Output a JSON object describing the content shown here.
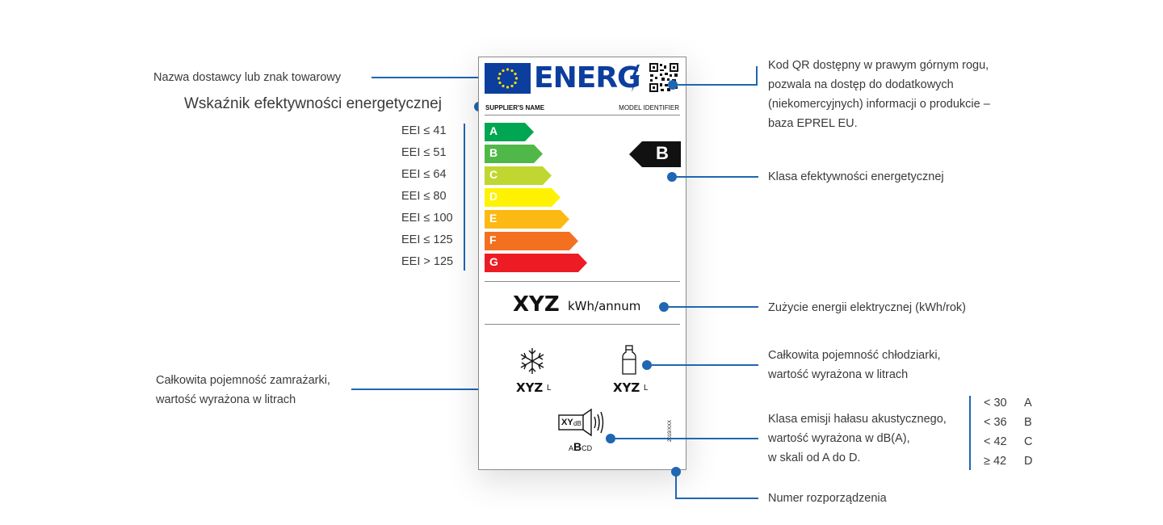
{
  "annotations": {
    "supplier": "Nazwa dostawcy lub znak towarowy",
    "eei_title": "Wskaźnik efektywności energetycznej",
    "qr_line1": "Kod QR dostępny w prawym górnym rogu,",
    "qr_line2": "pozwala na dostęp do dodatkowych",
    "qr_line3": "(niekomercyjnych) informacji o produkcie –",
    "qr_line4": "baza EPREL EU.",
    "energy_class": "Klasa efektywności energetycznej",
    "consumption": "Zużycie energii elektrycznej (kWh/rok)",
    "fridge_line1": "Całkowita pojemność chłodziarki,",
    "fridge_line2": "wartość wyrażona w litrach",
    "freezer_line1": "Całkowita pojemność zamrażarki,",
    "freezer_line2": "wartość wyrażona w litrach",
    "noise_line1": "Klasa emisji hałasu akustycznego,",
    "noise_line2": "wartość wyrażona w dB(A),",
    "noise_line3": "w skali od A do D.",
    "regulation": "Numer rozporządzenia"
  },
  "eei_thresholds": [
    "EEI ≤ 41",
    "EEI ≤ 51",
    "EEI ≤ 64",
    "EEI ≤ 80",
    "EEI ≤ 100",
    "EEI ≤ 125",
    "EEI > 125"
  ],
  "noise_scale": [
    {
      "threshold": "< 30",
      "class": "A"
    },
    {
      "threshold": "< 36",
      "class": "B"
    },
    {
      "threshold": "< 42",
      "class": "C"
    },
    {
      "threshold": "≥ 42",
      "class": "D"
    }
  ],
  "label": {
    "energy_word": "ENERG",
    "supplier_name": "SUPPLIER'S NAME",
    "model_identifier": "MODEL IDENTIFIER",
    "classes": [
      {
        "letter": "A",
        "color": "#00a651"
      },
      {
        "letter": "B",
        "color": "#50b848"
      },
      {
        "letter": "C",
        "color": "#bfd730"
      },
      {
        "letter": "D",
        "color": "#fff200"
      },
      {
        "letter": "E",
        "color": "#fdb913"
      },
      {
        "letter": "F",
        "color": "#f37021"
      },
      {
        "letter": "G",
        "color": "#ed1c24"
      }
    ],
    "current_class": "B",
    "consumption_value": "XYZ",
    "consumption_unit": "kWh/annum",
    "freezer_value": "XYZ",
    "freezer_unit": "L",
    "fridge_value": "XYZ",
    "fridge_unit": "L",
    "noise_value": "XY",
    "noise_unit": "dB",
    "noise_classes_small_a": "A",
    "noise_classes_big": "B",
    "noise_classes_small_cd": "CD",
    "regulation_code": "2019/XXX"
  },
  "colors": {
    "accent": "#1f66b3",
    "eu_blue": "#0c3e9e",
    "energy_text": "#0c3e9e"
  }
}
